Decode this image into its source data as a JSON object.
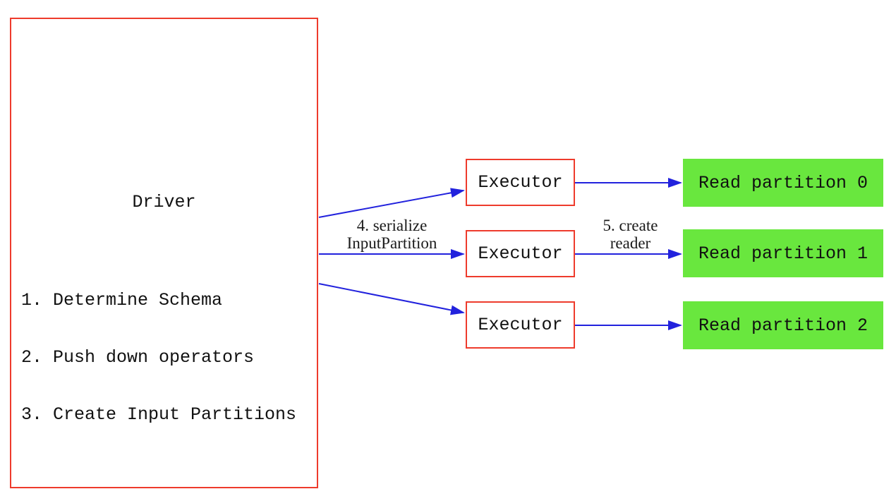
{
  "diagram": {
    "driver": {
      "title": "Driver",
      "steps": {
        "step1": "1. Determine Schema",
        "step2": "2. Push down operators",
        "step3": "3. Create Input Partitions"
      }
    },
    "executors": [
      {
        "label": "Executor"
      },
      {
        "label": "Executor"
      },
      {
        "label": "Executor"
      }
    ],
    "read_partitions": [
      {
        "label": "Read partition 0"
      },
      {
        "label": "Read partition 1"
      },
      {
        "label": "Read partition 2"
      }
    ],
    "edge_labels": {
      "serialize_line1": "4. serialize",
      "serialize_line2": "InputPartition",
      "create_reader_line1": "5. create",
      "create_reader_line2": "reader"
    },
    "colors": {
      "box_border_red": "#ee3b2c",
      "arrow_blue": "#2222dd",
      "partition_green": "#69e73e",
      "text_black": "#111111"
    }
  }
}
